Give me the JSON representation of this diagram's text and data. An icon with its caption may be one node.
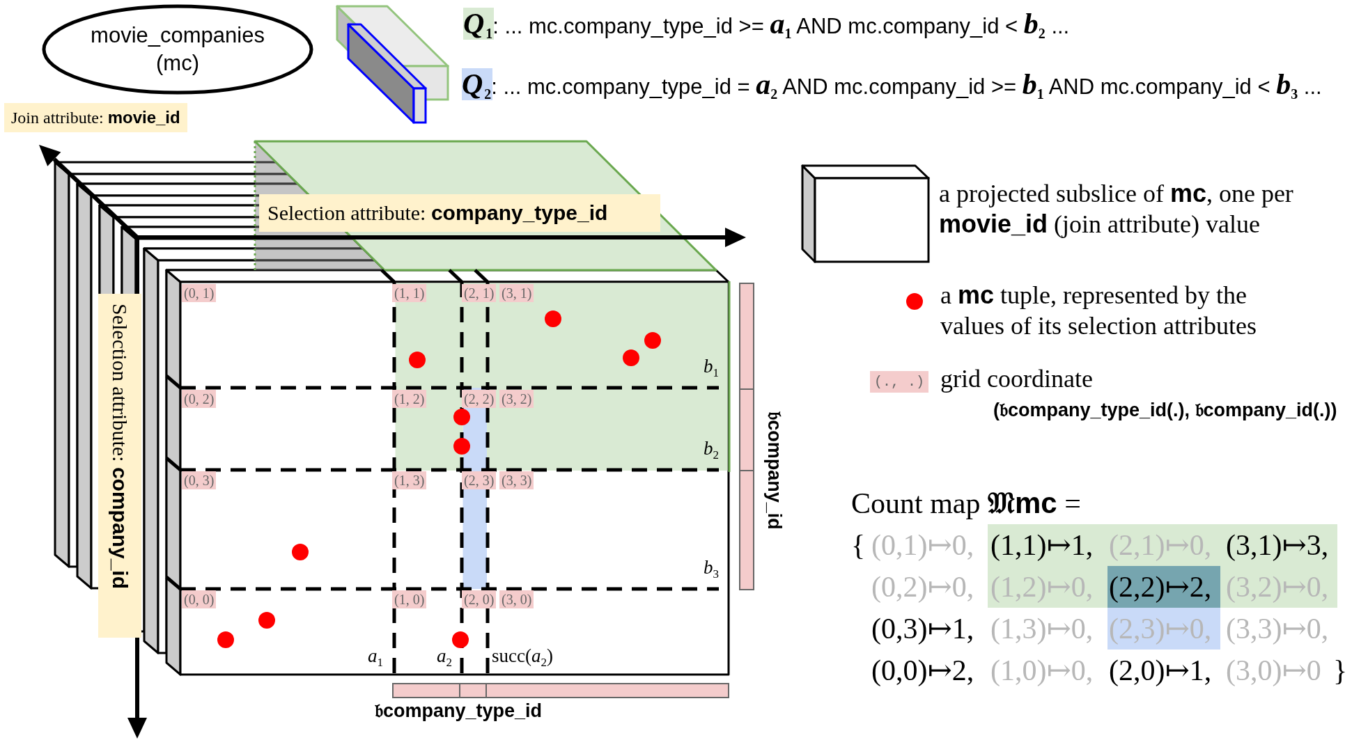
{
  "diagram": {
    "nodes": [
      {
        "text": [
          "movie_companies (mc)"
        ]
      },
      {
        "text": [
          "Join attribute: **movie_id**"
        ]
      },
      {
        "text": [
          "Selection attribute: **company_type_id**"
        ]
      },
      {
        "text": [
          "Selection attribute: **company_id**"
        ]
      }
    ],
    "labels": [
      "*Q*$_{1}$: ... mc.company_type_id >= *a*$_{1}$ AND mc.company_id < *b*$_{2}$ ...",
      "*Q*$_{2}$: ... mc.company_type_id = *a*$_{2}$ AND mc.company_id >= *b*$_{1}$ AND mc.company_id < *b*$_{3}$ ...",
      "(0, 1)",
      "(1, 1)",
      "(2, 1)",
      "(3, 1)",
      "(0, 2)",
      "(1, 2)",
      "(2, 2)",
      "(3, 2)",
      "(0, 3)",
      "(1, 3)",
      "(2, 3)",
      "(3, 3)",
      "(0, 0)",
      "(1, 0)",
      "(2, 0)",
      "(3, 0)",
      "*a*$_{1}$",
      "*a*$_{2}$",
      "succ(*a*$_{2}$)",
      "*b*$_{1}$",
      "*b*$_{2}$",
      "*b*$_{3}$",
      "𝔟company_id",
      "𝔟company_type_id",
      "(., .)",
      "Count map **𝔐mc** =",
      "{",
      "(0,1)↦0,",
      "(1,1)↦1,",
      "(2,1)↦0,",
      "(3,1)↦3,",
      "(0,2)↦0,",
      "(1,2)↦0,",
      "(2,2)↦2,",
      "(3,2)↦0,",
      "(0,3)↦1,",
      "(1,3)↦0,",
      "(2,3)↦0,",
      "(3,3)↦0,",
      "(0,0)↦2,",
      "(1,0)↦0,",
      "(2,0)↦1,",
      "(3,0)↦0",
      "}"
    ],
    "legend": [
      {
        "text": "a projected subslice of **mc**, one per **movie_id** (join attribute) value"
      },
      {
        "text": "a **mc** tuple, represented by the values of its selection attributes",
        "color": "#ff0000"
      },
      {
        "text": "grid coordinate **(𝔟company_type_id(.), 𝔟company_id(.))**",
        "color": "#f4cccc"
      }
    ]
  }
}
